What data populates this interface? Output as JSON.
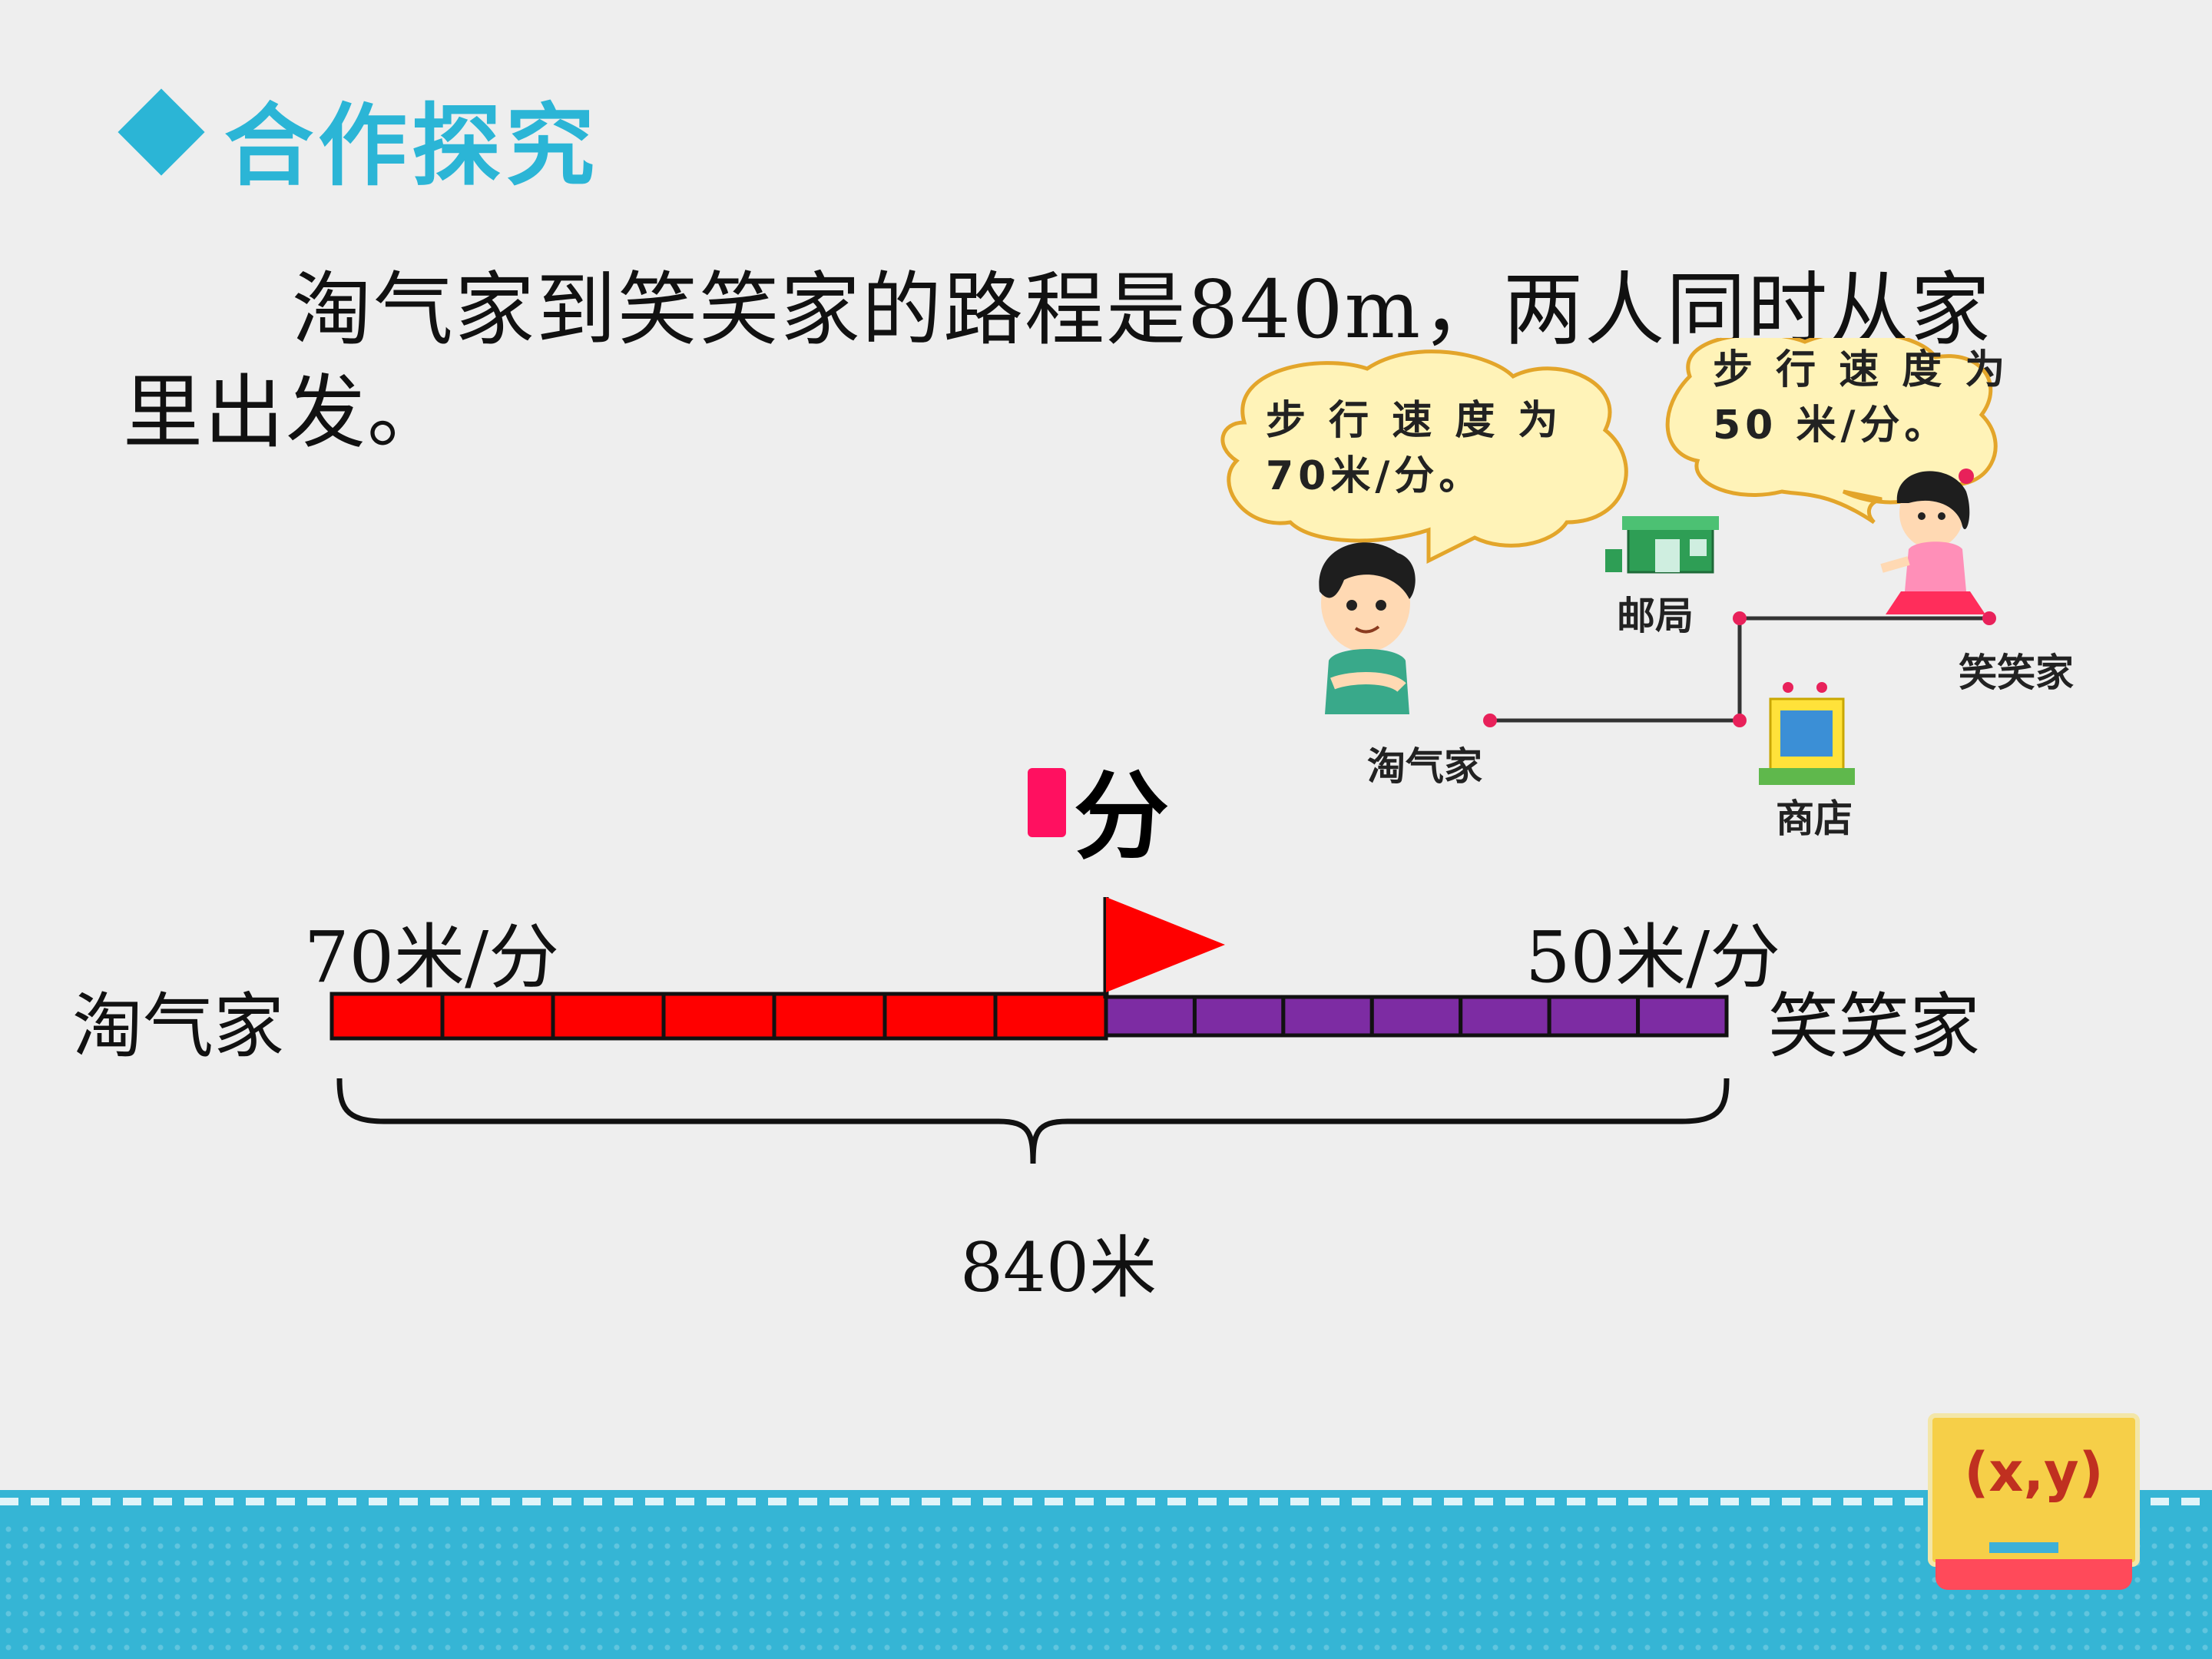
{
  "header": {
    "title": "合作探究"
  },
  "problem": {
    "line1": "淘气家到笑笑家的路程是840m，两人同时从家",
    "line2": "里出发。"
  },
  "scene": {
    "boy_bubble": {
      "line1": "步 行 速 度 为",
      "line2": "70米/分。"
    },
    "girl_bubble": {
      "line1": "步 行 速 度 为",
      "line2": "50 米/分。"
    },
    "labels": {
      "post_office": "邮局",
      "taoqi_home": "淘气家",
      "shop": "商店",
      "xiaoxiao_home": "笑笑家"
    }
  },
  "diagram": {
    "time_suffix": "分",
    "left_speed": "70米/分",
    "right_speed": "50米/分",
    "left_home": "淘气家",
    "right_home": "笑笑家",
    "total": "840米",
    "red_segments": 7,
    "purple_segments": 7,
    "colors": {
      "red": "#ff0000",
      "purple": "#7d2ca3",
      "flag": "#ff0000",
      "time_digit": "#ff1060"
    }
  },
  "badge": {
    "text": "(x,y)"
  },
  "icons": [
    "diamond-icon",
    "flag-icon",
    "brace-icon",
    "post-office-icon",
    "shop-icon",
    "boy-icon",
    "girl-icon"
  ]
}
